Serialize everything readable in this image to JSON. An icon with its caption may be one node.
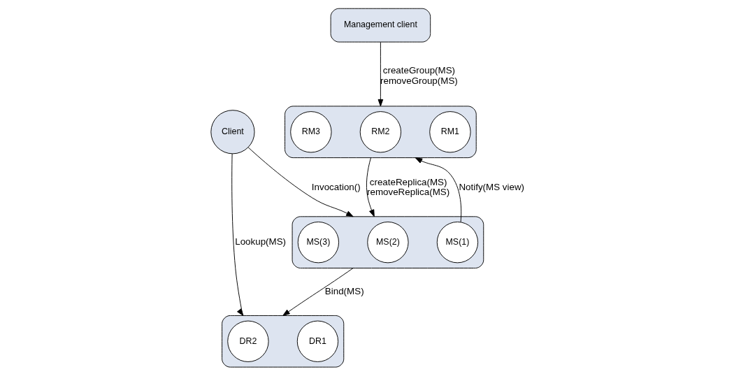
{
  "diagram": {
    "nodes": [
      {
        "text": [],
        "shape": "ellipse"
      },
      {
        "text": [
          "RM1"
        ],
        "in": 0
      },
      {
        "text": [
          "RM2"
        ],
        "in": 0
      },
      {
        "text": [
          "RM3"
        ],
        "in": 0
      },
      {
        "text": [],
        "shape": "ellipse"
      },
      {
        "text": [
          "DR1"
        ],
        "in": 4
      },
      {
        "text": [
          "DR2"
        ],
        "in": 4
      },
      {
        "text": [
          "Client"
        ]
      },
      {
        "text": [
          "Management client"
        ]
      },
      {
        "text": [],
        "shape": "ellipse"
      },
      {
        "text": [
          "MS(1)"
        ],
        "in": 9
      },
      {
        "text": [
          "MS(2)"
        ],
        "in": 9
      },
      {
        "text": [
          "MS(3)"
        ],
        "in": 9
      }
    ],
    "edges": [
      {
        "from": 8,
        "to": 0,
        "arrow": "to",
        "label": "createGroup(MS) removeGroup(MS)"
      },
      {
        "from": 0,
        "to": 9,
        "arrow": "to",
        "label": "createReplica(MS) removeReplica(MS)"
      },
      {
        "from": 10,
        "to": 0,
        "arrow": "to",
        "label": "Notify(MS view)"
      },
      {
        "from": 9,
        "to": 4,
        "arrow": "to",
        "label": "Bind(MS)"
      },
      {
        "from": 7,
        "to": 4,
        "arrow": "to",
        "label": "Lookup(MS)"
      },
      {
        "from": 7,
        "to": 9,
        "arrow": "to",
        "label": "Invocation()"
      }
    ]
  }
}
